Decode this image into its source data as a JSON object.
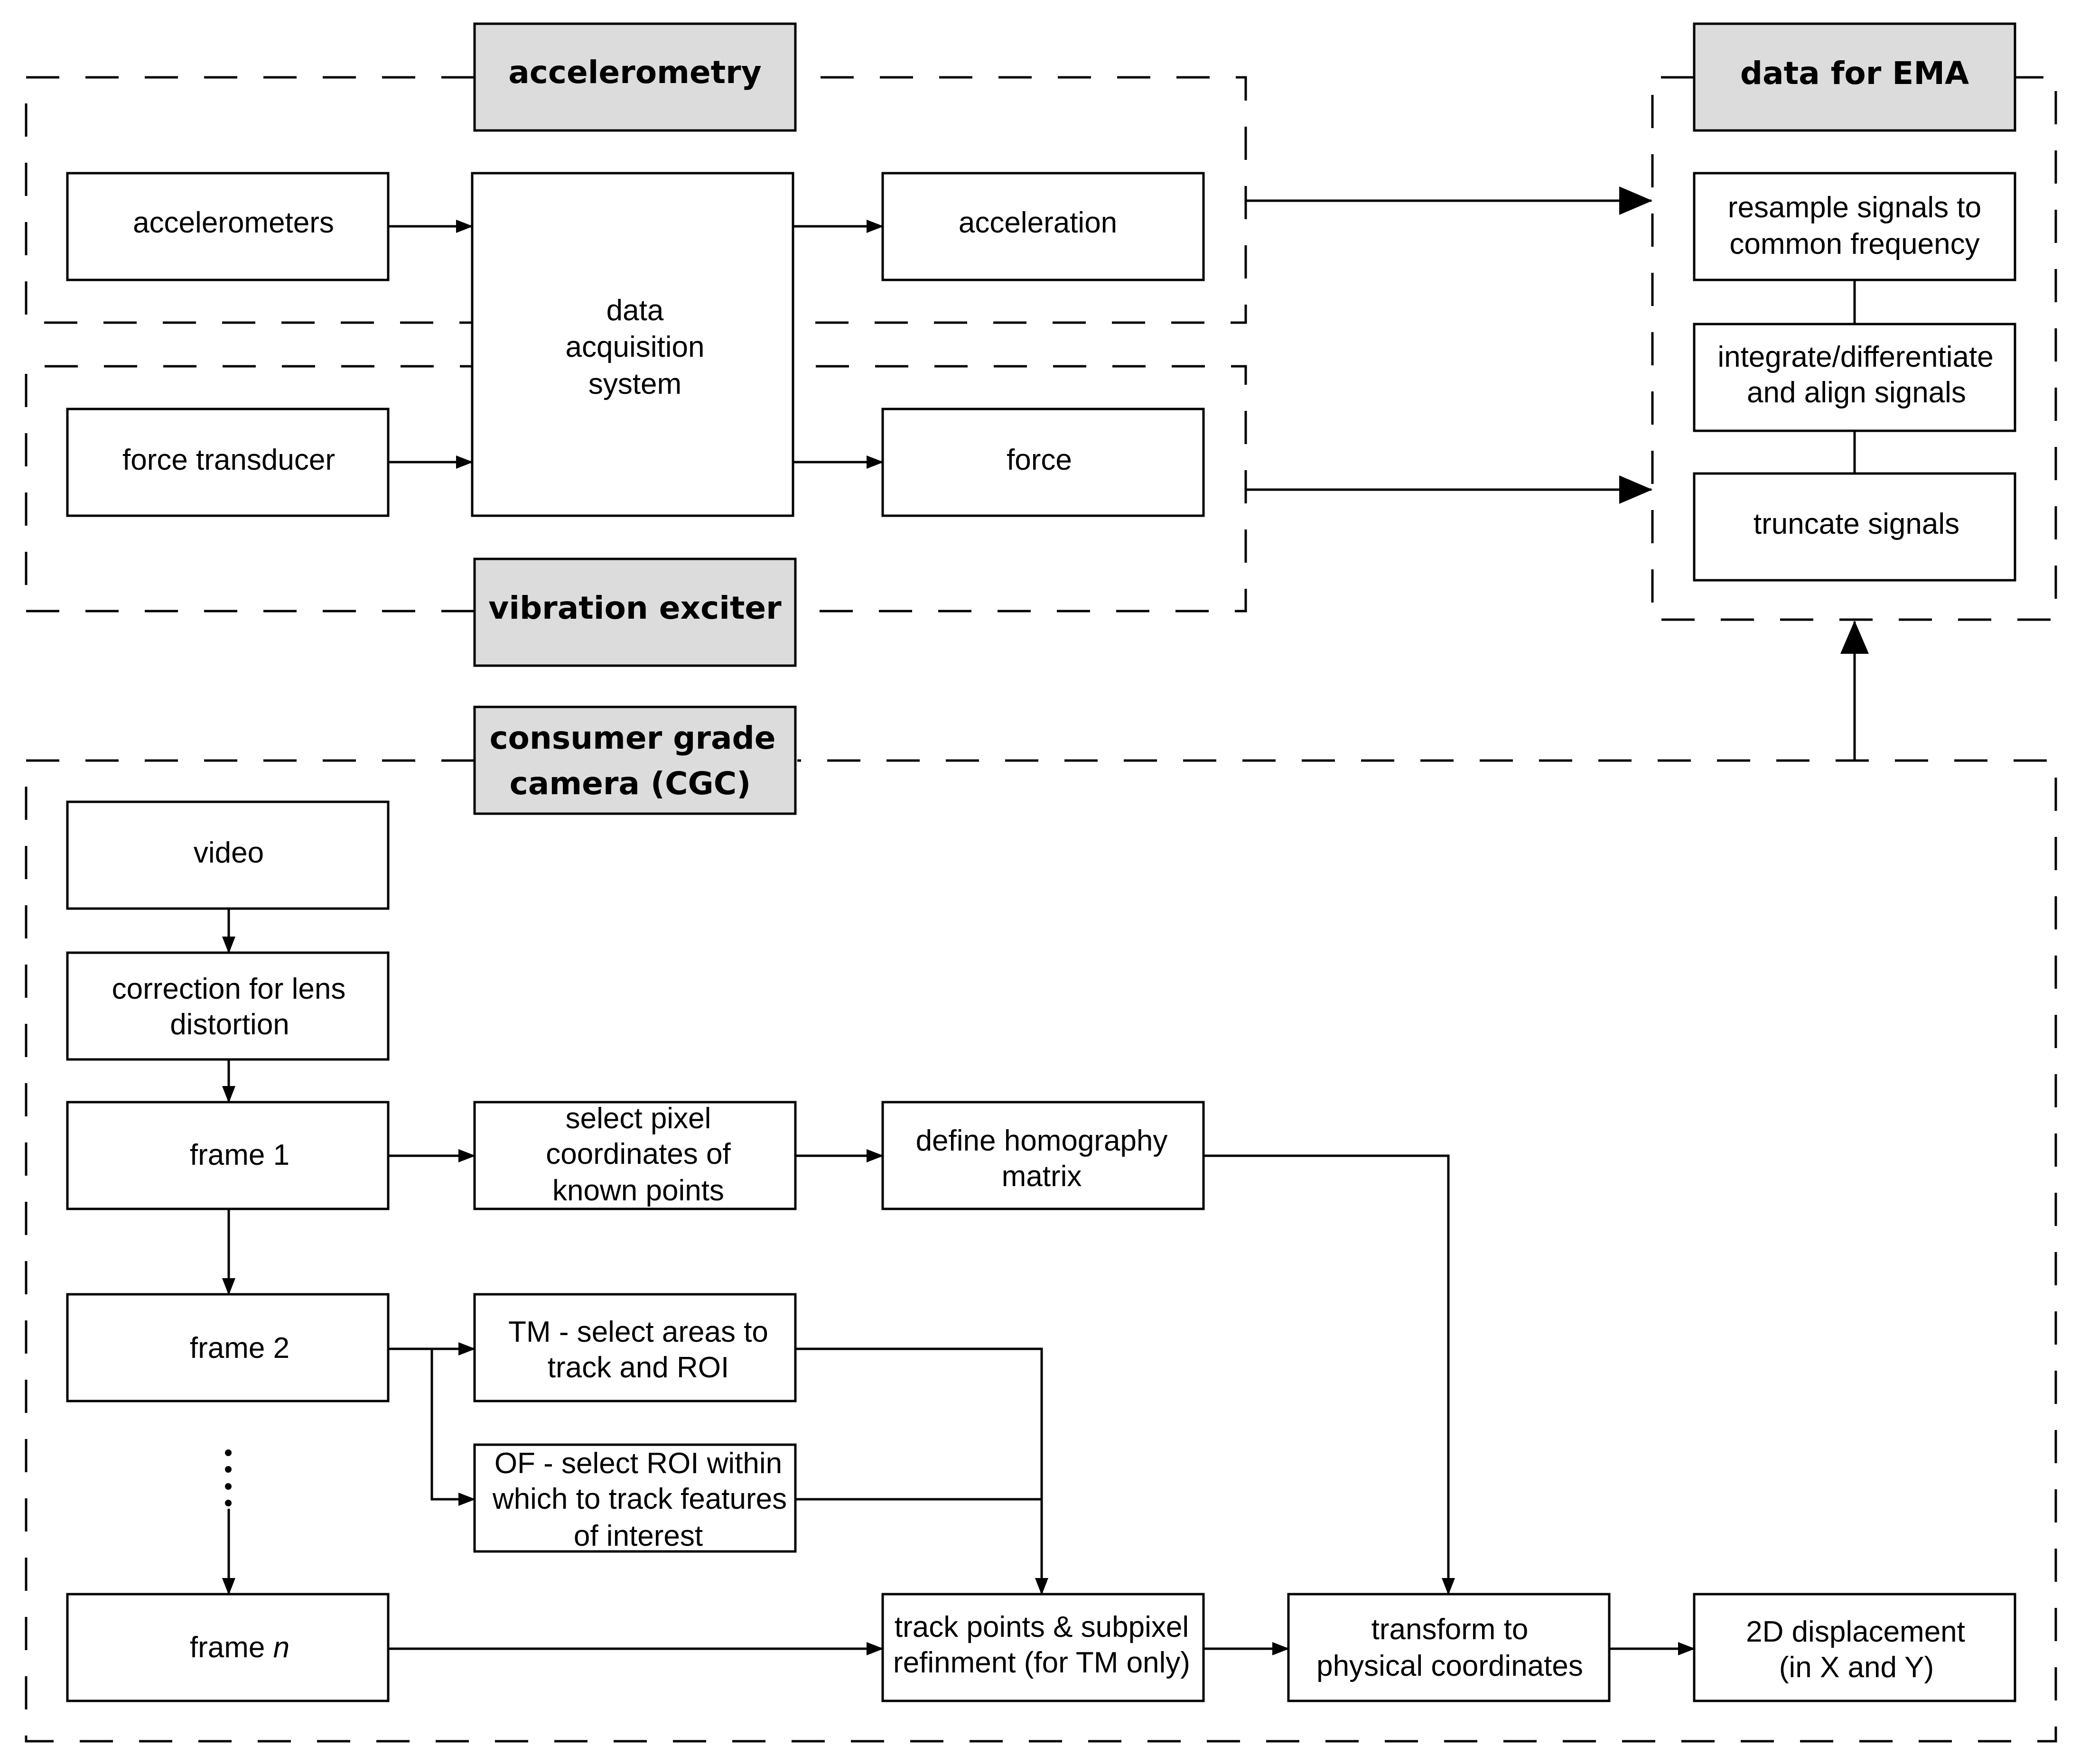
{
  "groups": {
    "accelerometry": "accelerometry",
    "vibration_exciter": "vibration exciter",
    "data_for_ema": "data for EMA",
    "cgc_line1": "consumer grade",
    "cgc_line2": "camera (CGC)"
  },
  "nodes": {
    "accelerometers": "accelerometers",
    "force_transducer": "force transducer",
    "daq_line1": "data",
    "daq_line2": "acquisition",
    "daq_line3": "system",
    "acceleration": "acceleration",
    "force": "force",
    "resample_line1": "resample signals to",
    "resample_line2": "common frequency",
    "integrate_line1": "integrate/differentiate",
    "integrate_line2": "and align signals",
    "truncate": "truncate signals",
    "video": "video",
    "lens_line1": "correction for lens",
    "lens_line2": "distortion",
    "frame1": "frame 1",
    "frame2": "frame 2",
    "framen_text": "frame ",
    "framen_var": "n",
    "select_line1": "select pixel",
    "select_line2": "coordinates of",
    "select_line3": "known points",
    "homography_line1": "define homography",
    "homography_line2": "matrix",
    "tm_line1": "TM - select areas to",
    "tm_line2": "track and ROI",
    "of_line1": "OF - select ROI within",
    "of_line2": "which to track features",
    "of_line3": "of interest",
    "track_line1": "track points & subpixel",
    "track_line2": "refinment (for TM only)",
    "transform_line1": "transform to",
    "transform_line2": "physical coordinates",
    "disp_line1": "2D displacement",
    "disp_line2": "(in X and Y)"
  }
}
